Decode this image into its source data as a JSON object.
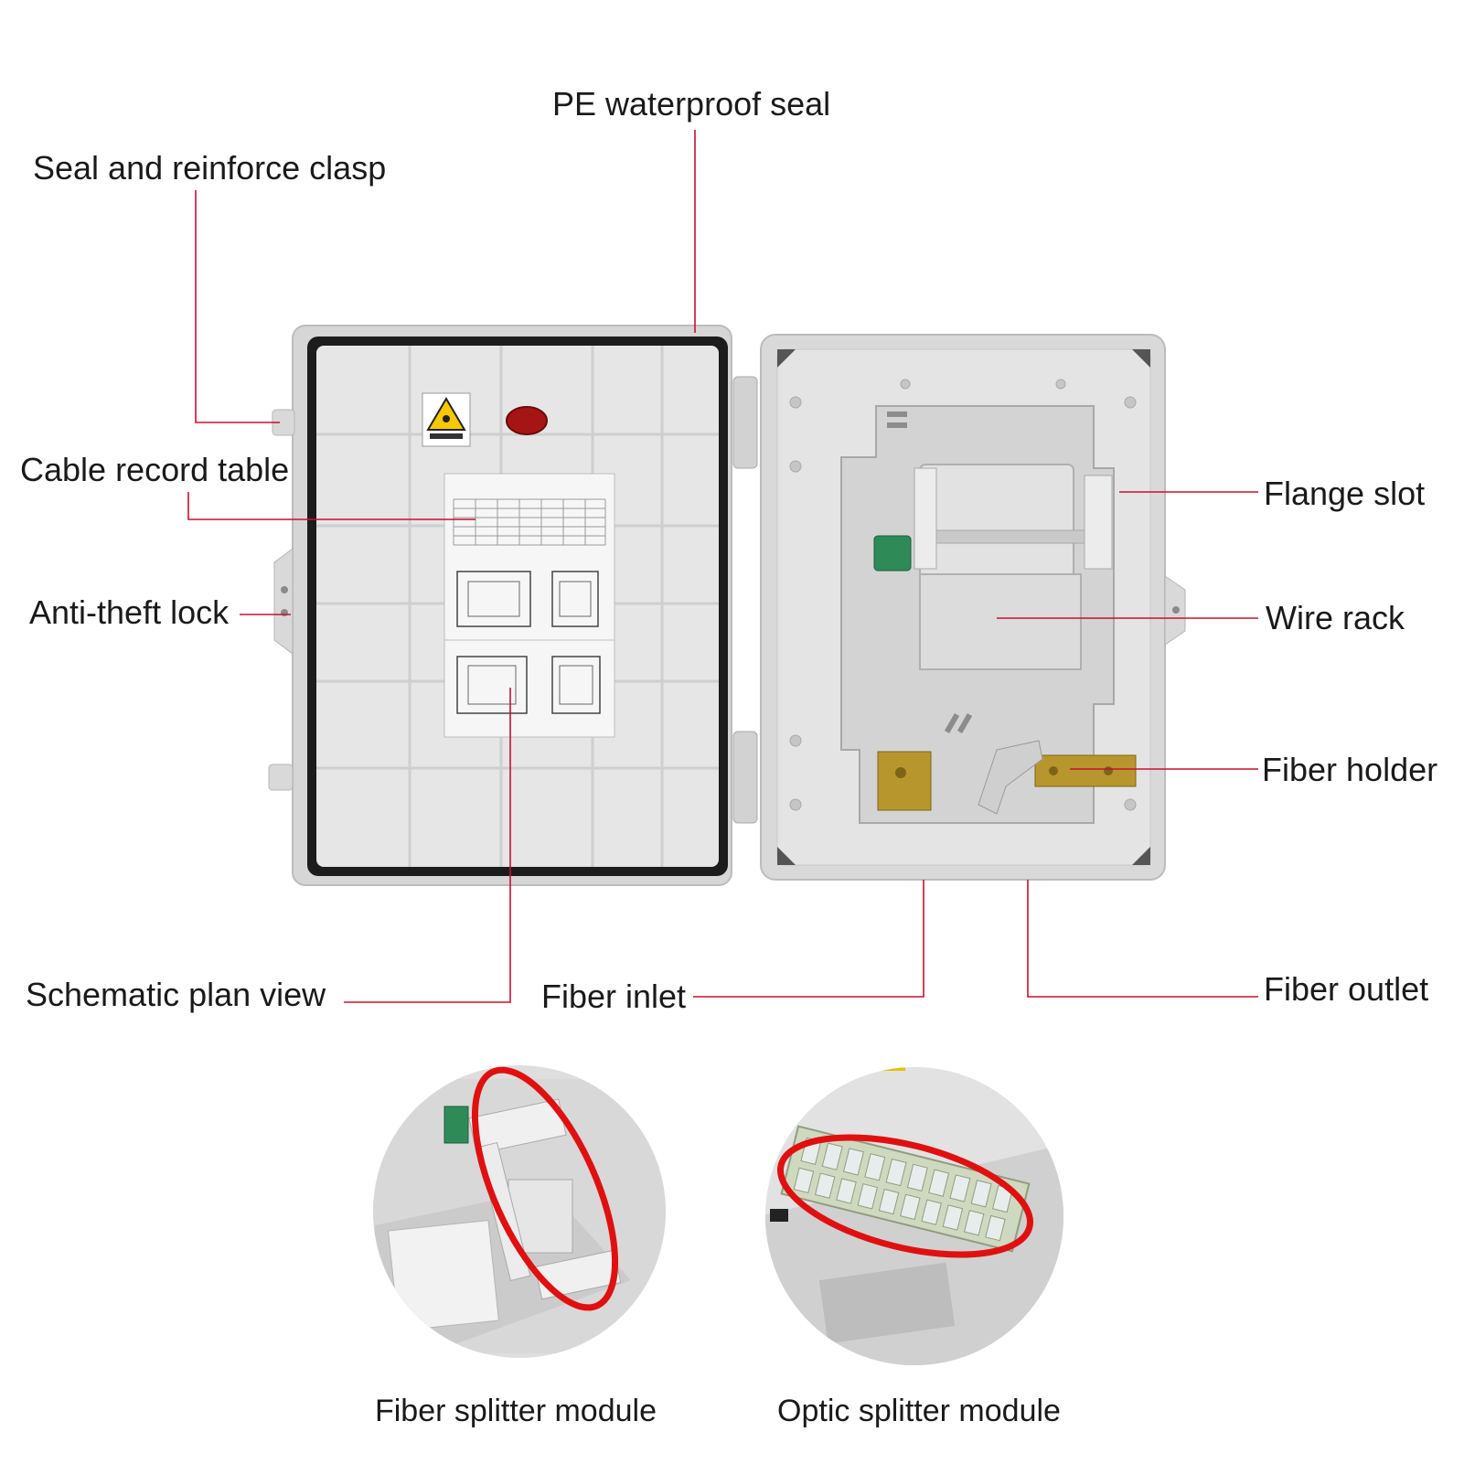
{
  "labels": {
    "pe_waterproof_seal": "PE waterproof seal",
    "seal_reinforce_clasp": "Seal and reinforce clasp",
    "cable_record_table": "Cable record table",
    "anti_theft_lock": "Anti-theft lock",
    "flange_slot": "Flange slot",
    "wire_rack": "Wire rack",
    "fiber_holder": "Fiber holder",
    "schematic_plan_view": "Schematic plan view",
    "fiber_inlet": "Fiber inlet",
    "fiber_outlet": "Fiber outlet"
  },
  "captions": {
    "fiber_splitter_module": "Fiber splitter module",
    "optic_splitter_module": "Optic splitter module"
  },
  "colors": {
    "leader_line": "#c8102e",
    "box_shell": "#dcdcdc",
    "box_inner": "#e9e9e9",
    "gasket": "#1c1c1c",
    "highlight_ring": "#e01010",
    "module_green": "#2e8b57",
    "brass": "#b8962e"
  },
  "icons": {
    "warning_label": "laser-warning-icon",
    "indicator": "red-indicator-icon"
  }
}
